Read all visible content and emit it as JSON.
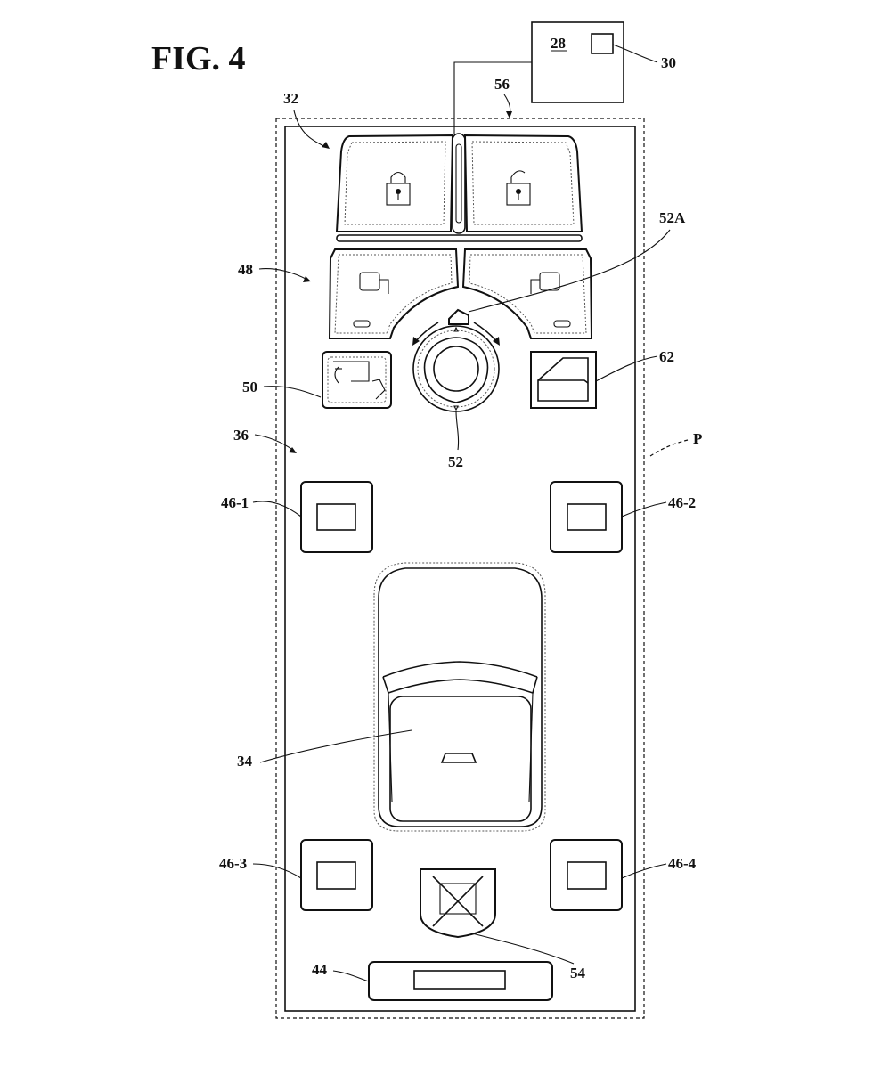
{
  "figure": {
    "title": "FIG. 4",
    "labels": {
      "l28": "28",
      "l30": "30",
      "l32": "32",
      "l56": "56",
      "l52a": "52A",
      "l48": "48",
      "l62": "62",
      "l50": "50",
      "l36": "36",
      "l52": "52",
      "lp": "P",
      "l461": "46-1",
      "l462": "46-2",
      "l34": "34",
      "l463": "46-3",
      "l464": "46-4",
      "l44": "44",
      "l54": "54"
    }
  }
}
